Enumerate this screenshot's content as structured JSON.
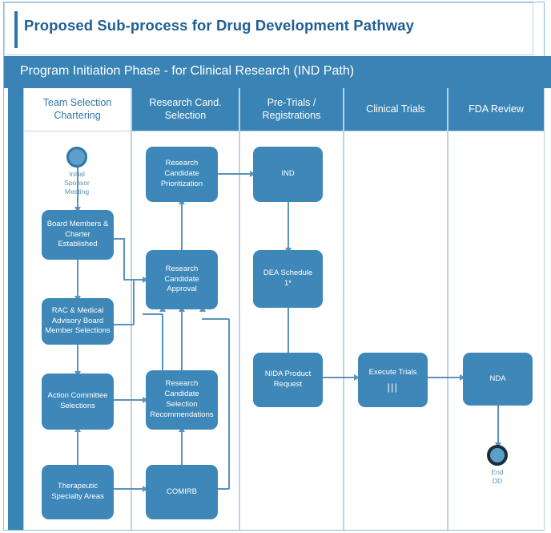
{
  "document": {
    "title": "Proposed Sub-process for Drug Development Pathway",
    "phase_title": "Program Initiation Phase - for Clinical Research (IND Path)"
  },
  "colors": {
    "accent_blue": "#3a84b5",
    "node_blue": "#3e87b9",
    "title_text": "#1f6094",
    "connector": "#5a93bb",
    "lane_border": "#b9d4e6",
    "end_event_ring": "#1a2e3c"
  },
  "lanes": [
    {
      "id": "team-selection-chartering",
      "label": "Team Selection\nChartering",
      "style": "light"
    },
    {
      "id": "research-cand-selection",
      "label": "Research Cand.\nSelection",
      "style": "dark"
    },
    {
      "id": "pre-trials-registrations",
      "label": "Pre-Trials /\nRegistrations",
      "style": "dark"
    },
    {
      "id": "clinical-trials",
      "label": "Clinical Trials",
      "style": "dark"
    },
    {
      "id": "fda-review",
      "label": "FDA Review",
      "style": "dark"
    }
  ],
  "events": [
    {
      "id": "start-initial-sponsor-meeting",
      "type": "start",
      "label": "Initial\nSponsor\nMeeting",
      "lane": "team-selection-chartering"
    },
    {
      "id": "end-dd",
      "type": "end",
      "label": "End DD",
      "lane": "fda-review"
    }
  ],
  "nodes": [
    {
      "id": "board-members-charter-established",
      "label": "Board Members &\nCharter\nEstablished",
      "lane": "team-selection-chartering"
    },
    {
      "id": "rac-medical-advisory-board-member-selections",
      "label": "RAC & Medical\nAdvisory Board\nMember Selections",
      "lane": "team-selection-chartering"
    },
    {
      "id": "action-committee-selections",
      "label": "Action Committee\nSelections",
      "lane": "team-selection-chartering"
    },
    {
      "id": "therapeutic-specialty-areas",
      "label": "Therapeutic\nSpecialty Areas",
      "lane": "team-selection-chartering"
    },
    {
      "id": "research-candidate-prioritization",
      "label": "Research\nCandidate\nPrioritization",
      "lane": "research-cand-selection"
    },
    {
      "id": "research-candidate-approval",
      "label": "Research\nCandidate\nApproval",
      "lane": "research-cand-selection"
    },
    {
      "id": "research-candidate-selection-recommendations",
      "label": "Research\nCandidate\nSelection\nRecommendations",
      "lane": "research-cand-selection"
    },
    {
      "id": "comirb",
      "label": "COMIRB",
      "lane": "research-cand-selection"
    },
    {
      "id": "ind",
      "label": "IND",
      "lane": "pre-trials-registrations"
    },
    {
      "id": "dea-schedule-1",
      "label": "DEA Schedule\n1*",
      "lane": "pre-trials-registrations"
    },
    {
      "id": "nida-product-request",
      "label": "NIDA Product\nRequest",
      "lane": "pre-trials-registrations"
    },
    {
      "id": "execute-trials",
      "label": "Execute Trials",
      "marker": "|||",
      "lane": "clinical-trials"
    },
    {
      "id": "nda",
      "label": "NDA",
      "lane": "fda-review"
    }
  ]
}
